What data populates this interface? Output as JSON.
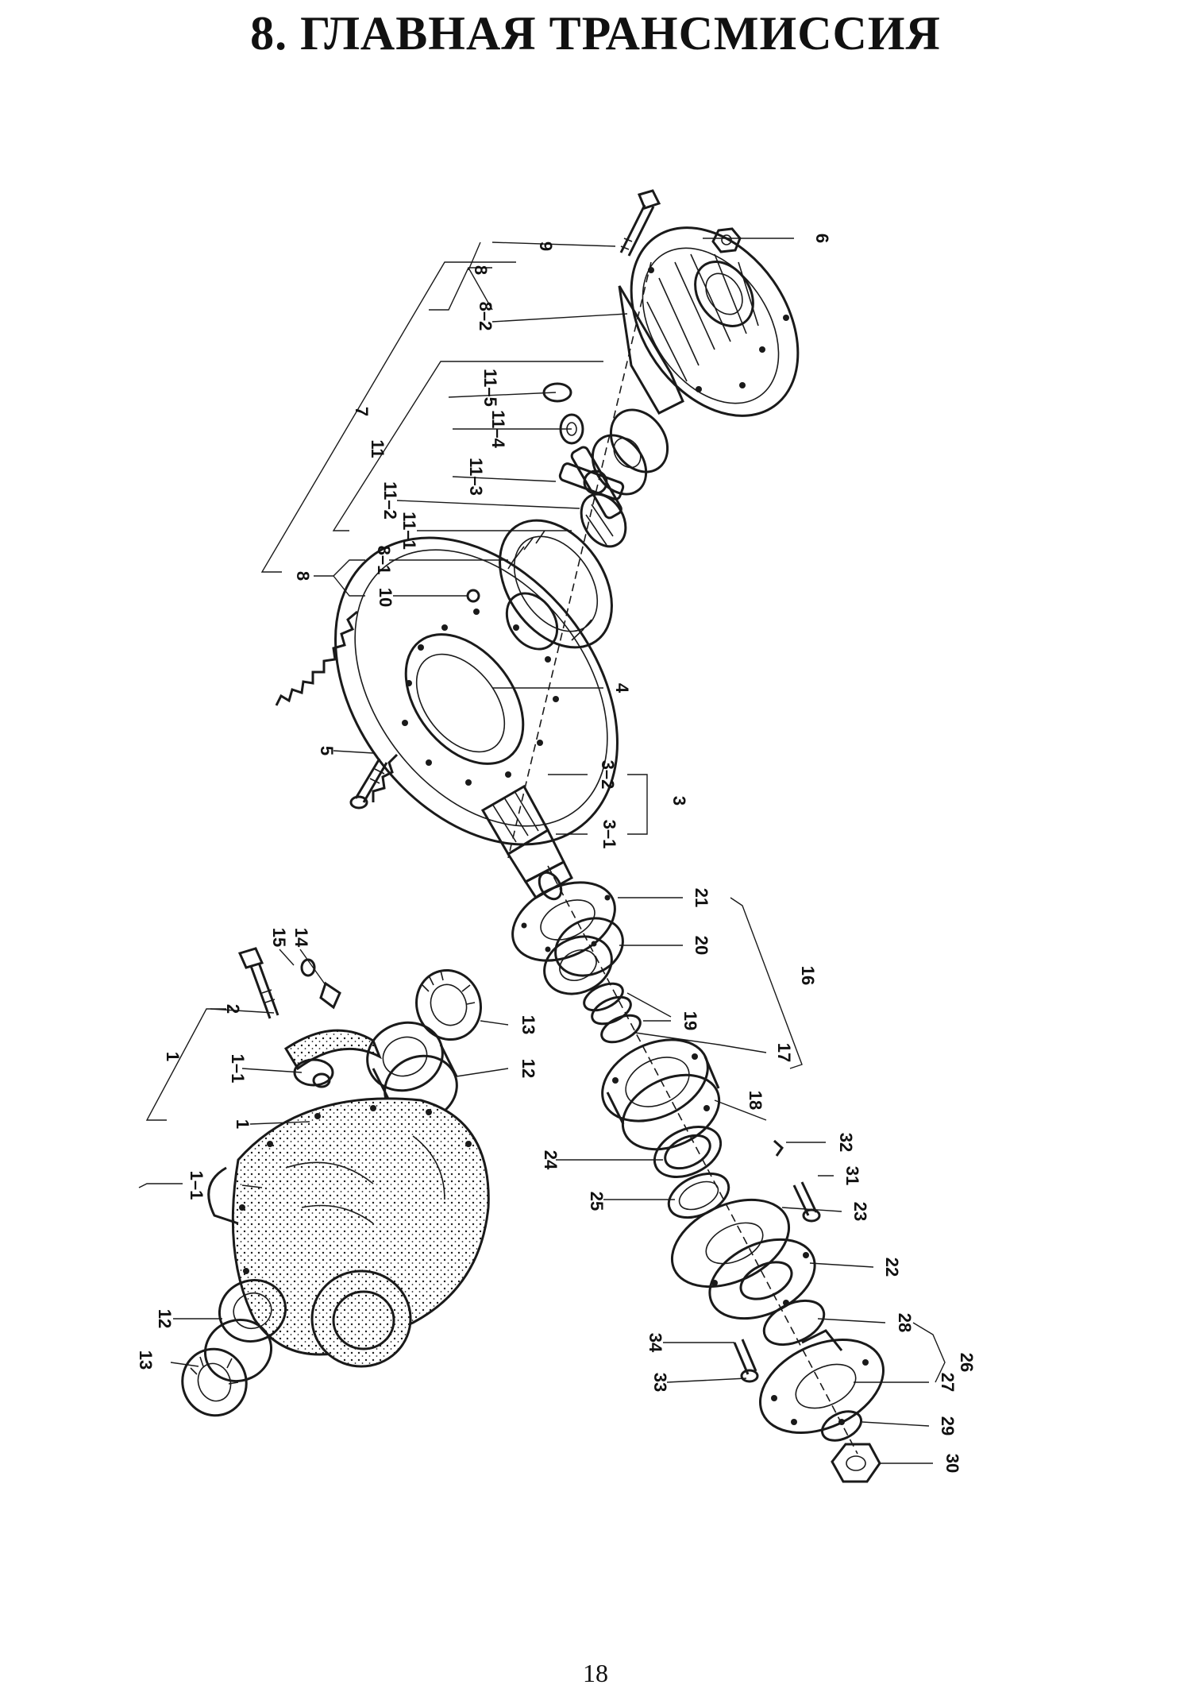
{
  "title": "8. ГЛАВНАЯ ТРАНСМИССИЯ",
  "page_number": "18",
  "callouts": {
    "c1": "1",
    "c1_1": "1–1",
    "c1b": "1",
    "c1_1b": "1–1",
    "c2": "2",
    "c3": "3",
    "c3_1": "3–1",
    "c3_2": "3–2",
    "c4": "4",
    "c5": "5",
    "c6": "6",
    "c7": "7",
    "c8": "8",
    "c8b": "8",
    "c8_1": "8–1",
    "c8_2": "8–2",
    "c9": "9",
    "c10": "10",
    "c11": "11",
    "c11_1": "11–1",
    "c11_2": "11–2",
    "c11_3": "11–3",
    "c11_4": "11–4",
    "c11_5": "11–5",
    "c12": "12",
    "c12b": "12",
    "c13": "13",
    "c13b": "13",
    "c14": "14",
    "c15": "15",
    "c16": "16",
    "c17": "17",
    "c18": "18",
    "c19": "19",
    "c20": "20",
    "c21": "21",
    "c22": "22",
    "c23": "23",
    "c24": "24",
    "c25": "25",
    "c26": "26",
    "c27": "27",
    "c28": "28",
    "c29": "29",
    "c30": "30",
    "c31": "31",
    "c32": "32",
    "c33": "33",
    "c34": "34"
  }
}
